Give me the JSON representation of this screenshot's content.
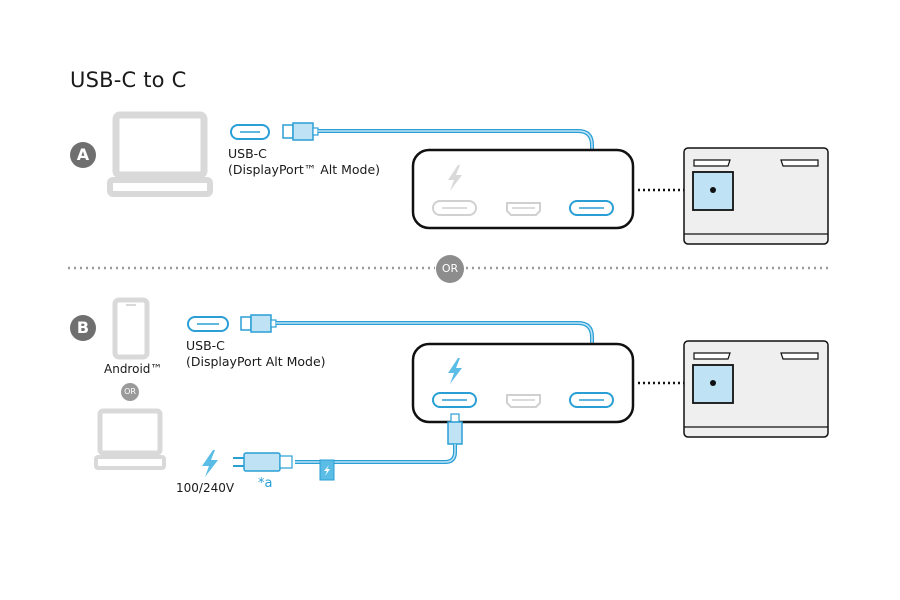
{
  "title": "USB-C to C",
  "colors": {
    "accent": "#2a9fd6",
    "accent_fill": "#bfe3f5",
    "device_gray": "#d9d9d9",
    "dock_outline": "#111111",
    "badge_gray": "#6f6f6f",
    "monitor_fill": "#efefef"
  },
  "option_a": {
    "badge": "A",
    "port_label_line1": "USB-C",
    "port_label_line2": "(DisplayPort™ Alt Mode)",
    "source_icon": "laptop-icon"
  },
  "separator": {
    "label": "OR"
  },
  "option_b": {
    "badge": "B",
    "port_label_line1": "USB-C",
    "port_label_line2": "(DisplayPort Alt Mode)",
    "device_label": "Android™",
    "or_label": "OR",
    "power_label": "100/240V",
    "footnote": "*a",
    "source_icons": [
      "phone-icon",
      "laptop-icon"
    ]
  }
}
